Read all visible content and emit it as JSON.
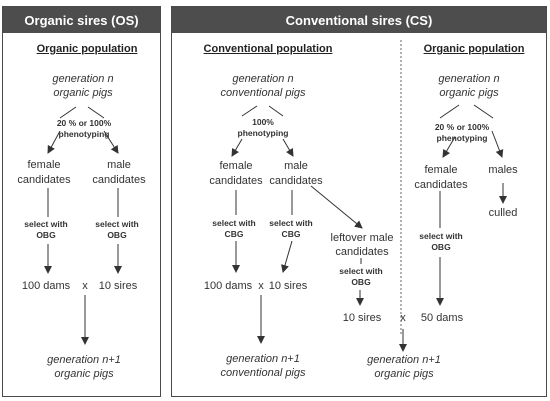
{
  "os": {
    "title": "Organic sires (OS)",
    "population": "Organic population",
    "gen_top": [
      "generation n",
      "organic pigs"
    ],
    "phenotyping": [
      "20 % or 100%",
      "phenotyping"
    ],
    "female": [
      "female",
      "candidates"
    ],
    "male": [
      "male",
      "candidates"
    ],
    "select_f": [
      "select with",
      "OBG"
    ],
    "select_m": [
      "select with",
      "OBG"
    ],
    "dams": "100 dams",
    "x": "x",
    "sires": "10 sires",
    "gen_bottom": [
      "generation n+1",
      "organic pigs"
    ]
  },
  "cs": {
    "title": "Conventional sires (CS)",
    "conv_population": "Conventional population",
    "conv_gen_top": [
      "generation n",
      "conventional pigs"
    ],
    "conv_phenotyping": [
      "100%",
      "phenotyping"
    ],
    "conv_female": [
      "female",
      "candidates"
    ],
    "conv_male": [
      "male",
      "candidates"
    ],
    "conv_select_f": [
      "select with",
      "CBG"
    ],
    "conv_select_m": [
      "select with",
      "CBG"
    ],
    "leftover": [
      "leftover male",
      "candidates"
    ],
    "leftover_select": [
      "select with",
      "OBG"
    ],
    "conv_dams": "100 dams",
    "x1": "x",
    "conv_sires": "10 sires",
    "conv_gen_bottom": [
      "generation n+1",
      "conventional pigs"
    ],
    "org_population": "Organic population",
    "org_gen_top": [
      "generation n",
      "organic pigs"
    ],
    "org_phenotyping": [
      "20 % or 100%",
      "phenotyping"
    ],
    "org_female": [
      "female",
      "candidates"
    ],
    "org_males": "males",
    "culled": "culled",
    "org_select_f": [
      "select with",
      "OBG"
    ],
    "sires10": "10 sires",
    "x2": "x",
    "dams50": "50 dams",
    "org_gen_bottom": [
      "generation n+1",
      "organic pigs"
    ]
  }
}
